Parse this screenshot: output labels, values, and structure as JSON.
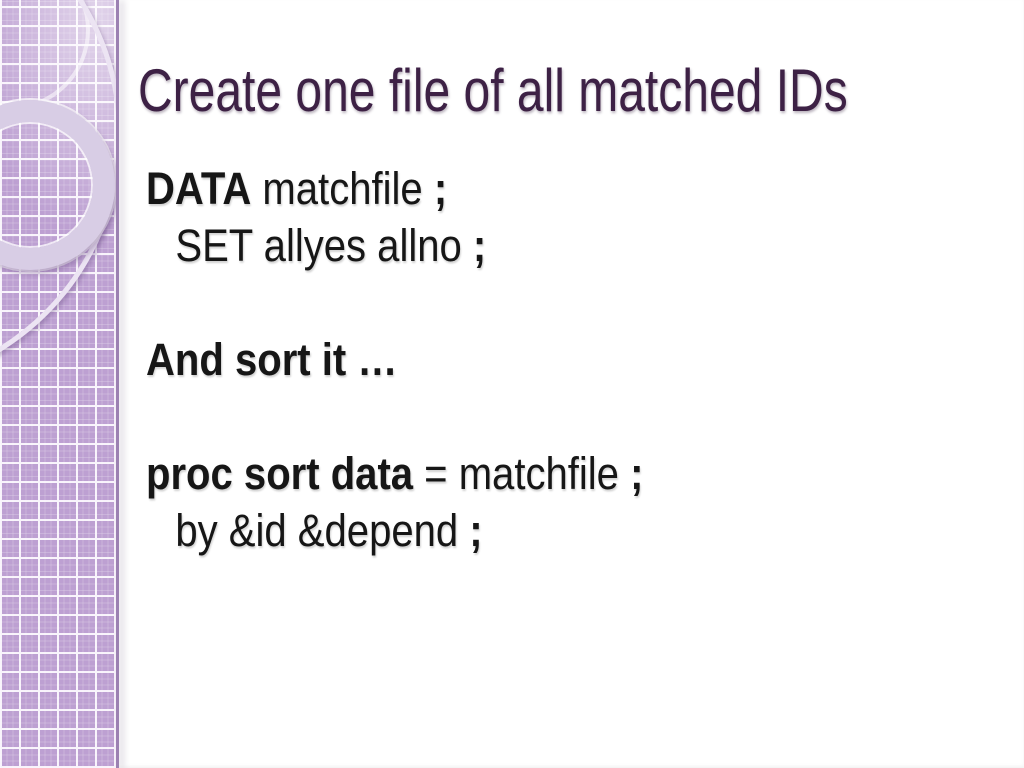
{
  "slide": {
    "title": "Create one file of all matched IDs",
    "body_lines": [
      {
        "indent": false,
        "blank": false,
        "segments": [
          {
            "t": "DATA",
            "b": true
          },
          {
            "t": " matchfile ",
            "b": false
          },
          {
            "t": ";",
            "b": true
          }
        ]
      },
      {
        "indent": true,
        "blank": false,
        "segments": [
          {
            "t": "SET allyes allno ",
            "b": false
          },
          {
            "t": ";",
            "b": true
          }
        ]
      },
      {
        "indent": false,
        "blank": true,
        "segments": []
      },
      {
        "indent": false,
        "blank": false,
        "segments": [
          {
            "t": "And sort it …",
            "b": true
          }
        ]
      },
      {
        "indent": false,
        "blank": true,
        "segments": []
      },
      {
        "indent": false,
        "blank": false,
        "segments": [
          {
            "t": "proc sort data",
            "b": true
          },
          {
            "t": " = matchfile ",
            "b": false
          },
          {
            "t": ";",
            "b": true
          }
        ]
      },
      {
        "indent": true,
        "blank": false,
        "segments": [
          {
            "t": "by &id &depend ",
            "b": false
          },
          {
            "t": ";",
            "b": true
          }
        ]
      }
    ]
  },
  "colors": {
    "background": "#ffffff",
    "sidebar_base": "#bda0d2",
    "grid_line": "#f8f3fb",
    "edge_line": "#9c81b2",
    "circle_stroke": "#ece4f3",
    "ring_fill": "#d8cde5",
    "title_text": "#3d2145",
    "body_text": "#161616"
  }
}
